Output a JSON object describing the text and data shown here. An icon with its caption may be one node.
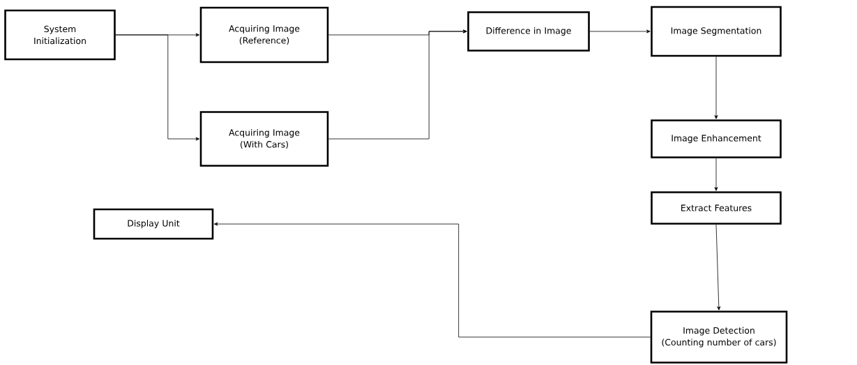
{
  "diagram": {
    "nodes": [
      {
        "text": [
          "System Initialization"
        ]
      },
      {
        "text": [
          "Acquiring Image",
          "(Reference)"
        ]
      },
      {
        "text": [
          "Acquiring Image",
          "(With Cars)"
        ]
      },
      {
        "text": [
          "Difference in Image"
        ]
      },
      {
        "text": [
          "Image Segmentation"
        ]
      },
      {
        "text": [
          "Image Enhancement"
        ]
      },
      {
        "text": [
          "Extract Features"
        ]
      },
      {
        "text": [
          "Display Unit"
        ]
      },
      {
        "text": [
          "Image Detection",
          "(Counting number of cars)"
        ]
      }
    ],
    "edges": [
      {
        "from": 0,
        "to": 1,
        "arrow": "to"
      },
      {
        "from": 0,
        "to": 2,
        "arrow": "to"
      },
      {
        "from": 1,
        "to": 3,
        "arrow": "to"
      },
      {
        "from": 2,
        "to": 3,
        "arrow": "to"
      },
      {
        "from": 3,
        "to": 4,
        "arrow": "to"
      },
      {
        "from": 4,
        "to": 5,
        "arrow": "to"
      },
      {
        "from": 5,
        "to": 6,
        "arrow": "to"
      },
      {
        "from": 6,
        "to": 8,
        "arrow": "to"
      },
      {
        "from": 8,
        "to": 7,
        "arrow": "to"
      }
    ]
  }
}
